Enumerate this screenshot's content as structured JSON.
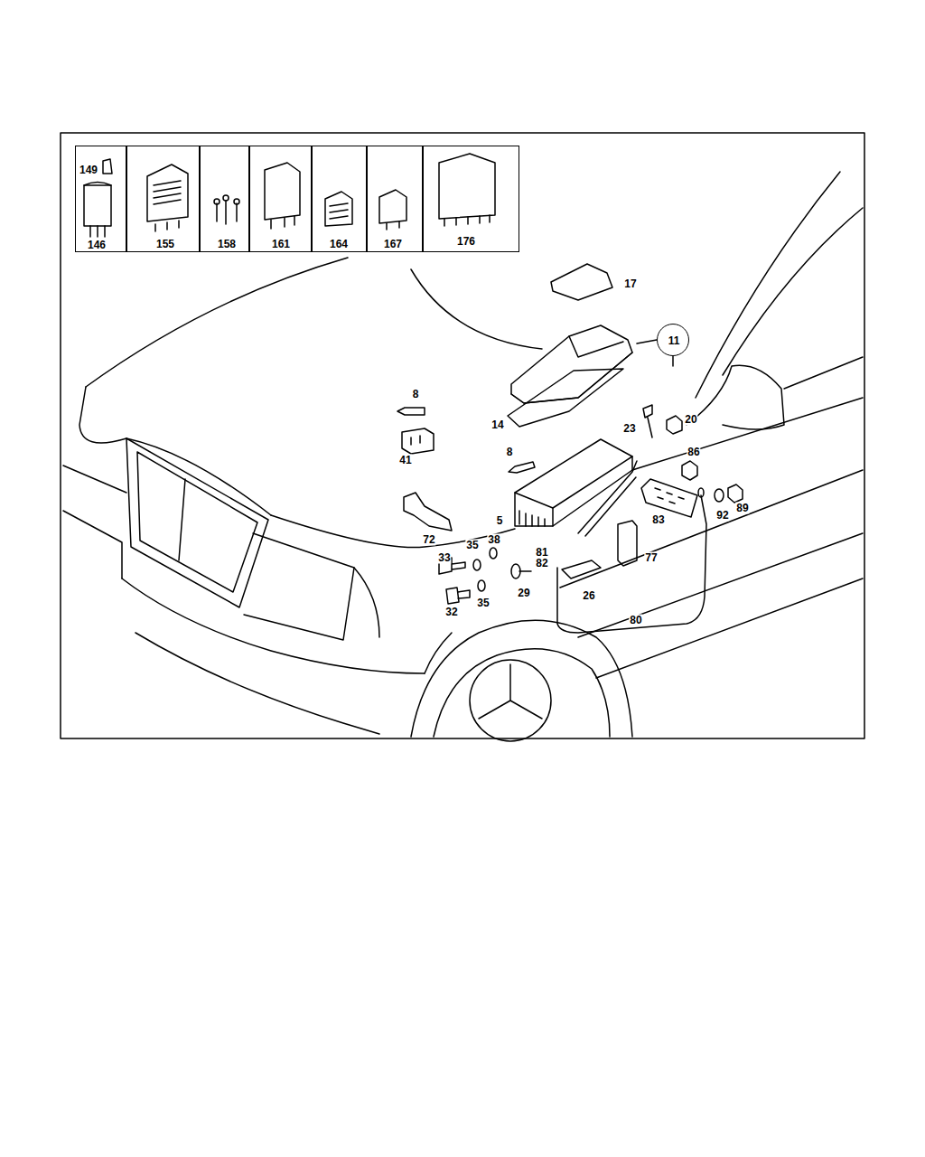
{
  "diagram": {
    "nodes": [
      {
        "text": [
          "149",
          "146"
        ]
      },
      {
        "text": [
          "155"
        ]
      },
      {
        "text": [
          "158"
        ]
      },
      {
        "text": [
          "161"
        ]
      },
      {
        "text": [
          "164"
        ]
      },
      {
        "text": [
          "167"
        ]
      },
      {
        "text": [
          "176"
        ]
      },
      {
        "text": [
          "11"
        ]
      }
    ],
    "labels": [
      "17",
      "8",
      "14",
      "23",
      "20",
      "86",
      "8",
      "41",
      "5",
      "83",
      "92",
      "89",
      "72",
      "35",
      "38",
      "81",
      "82",
      "77",
      "33",
      "29",
      "26",
      "32",
      "35",
      "80"
    ]
  }
}
